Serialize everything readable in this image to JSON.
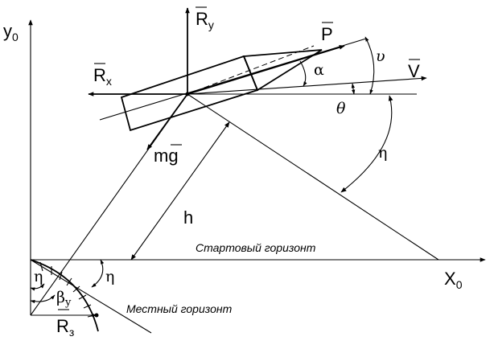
{
  "axes": {
    "y_label": "y",
    "y_sub": "0",
    "x_label": "X",
    "x_sub": "0"
  },
  "forces": {
    "ry_label": "R",
    "ry_sub": "y",
    "rx_label": "R",
    "rx_sub": "x",
    "p_label": "P",
    "v_label": "V",
    "mg_label": "mg"
  },
  "angles": {
    "alpha": "α",
    "upsilon": "υ",
    "theta": "θ",
    "eta": "η",
    "beta": "β",
    "beta_sub": "y"
  },
  "distances": {
    "h": "h",
    "r_label": "R",
    "r_sub": "з"
  },
  "captions": {
    "start_horizon": "Стартовый горизонт",
    "local_horizon": "Местный горизонт"
  }
}
